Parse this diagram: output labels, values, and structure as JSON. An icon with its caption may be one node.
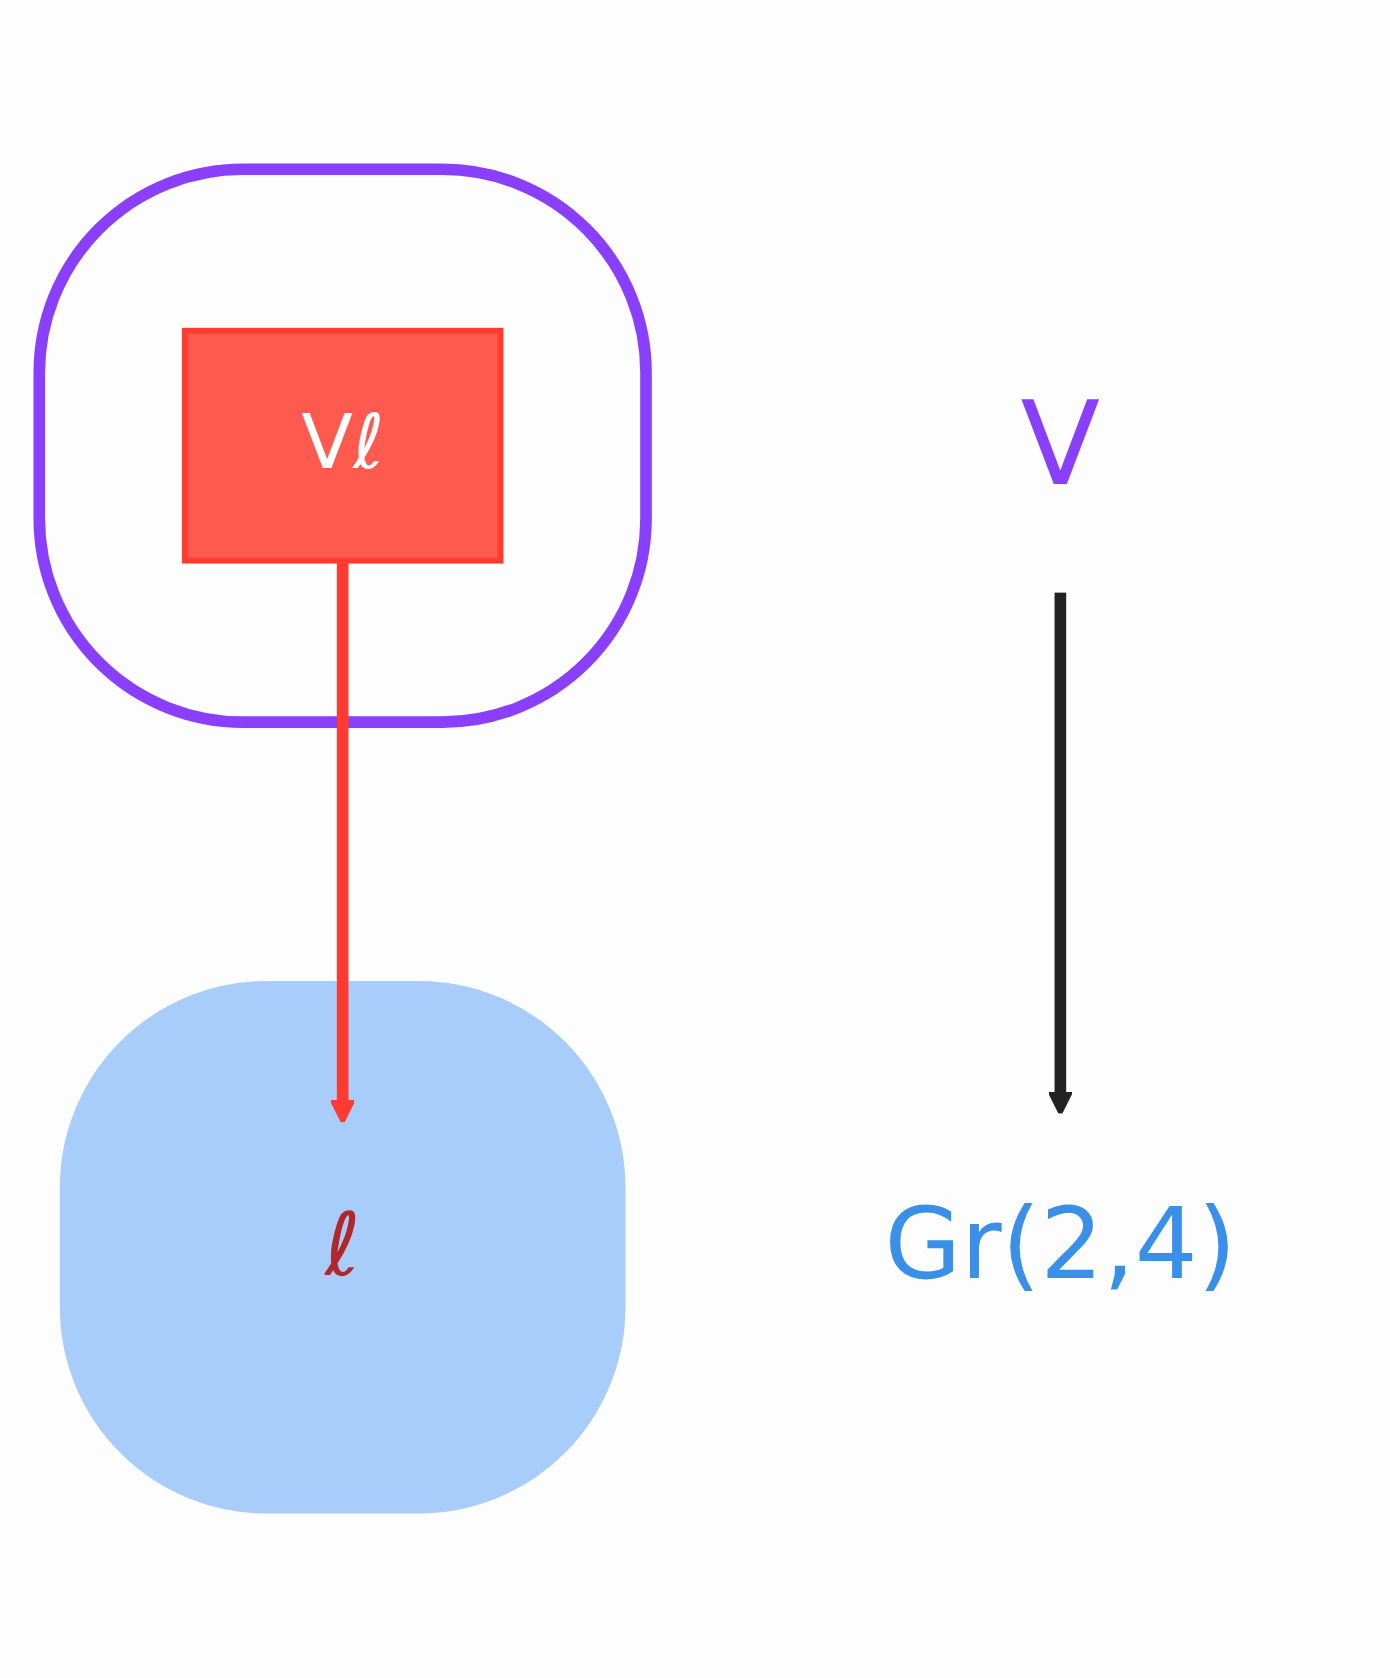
{
  "diagram": {
    "nodes": [
      {
        "text": [],
        "shape": "cloud"
      },
      {
        "text": [
          "Vℓ"
        ],
        "in": 0
      },
      {
        "text": [],
        "shape": "cloud"
      },
      {
        "text": [
          "ℓ"
        ],
        "in": 2
      },
      {
        "text": [
          "V"
        ]
      },
      {
        "text": [
          "Gr(2,4)"
        ]
      }
    ],
    "edges": [
      {
        "from": 1,
        "to": 3,
        "arrow": "to",
        "color": "#ff3b30"
      },
      {
        "from": 4,
        "to": 5,
        "arrow": "to",
        "color": "#222222"
      }
    ]
  }
}
